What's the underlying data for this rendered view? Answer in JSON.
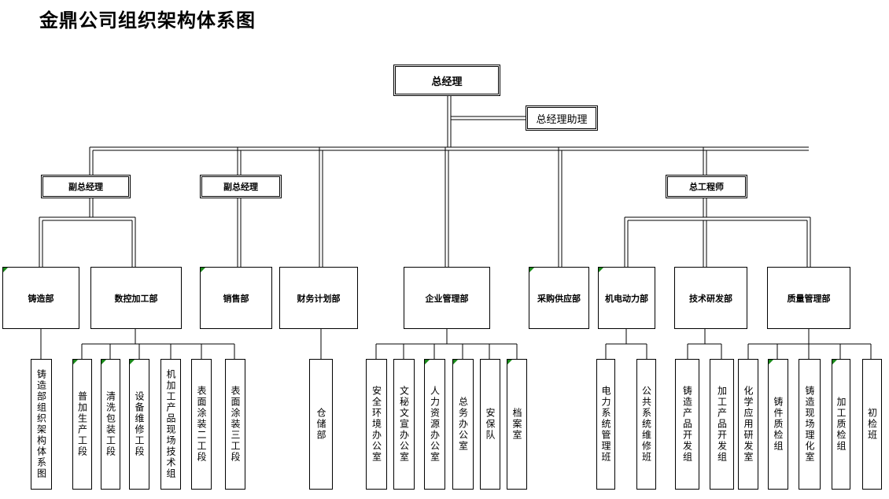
{
  "title": "金鼎公司组织架构体系图",
  "top": {
    "gm": "总经理",
    "assistant": "总经理助理"
  },
  "vp": {
    "vp1": "副总经理",
    "vp2": "副总经理",
    "chief_engineer": "总工程师"
  },
  "departments": {
    "casting": "铸造部",
    "cnc": "数控加工部",
    "sales": "销售部",
    "finance": "财务计划部",
    "enterprise": "企业管理部",
    "purchasing": "采购供应部",
    "power": "机电动力部",
    "rnd": "技术研发部",
    "quality": "质量管理部"
  },
  "units": {
    "casting": [
      "铸造部组织架构体系图"
    ],
    "cnc": [
      "普加生产工段",
      "清洗包装工段",
      "设备维修工段",
      "机加工产品现场技术组",
      "表面涂装二工段",
      "表面涂装三工段"
    ],
    "finance": [
      "仓储部"
    ],
    "enterprise": [
      "安全环境办公室",
      "文秘文宣办公室",
      "人力资源办公室",
      "总务办公室",
      "安保队",
      "档案室"
    ],
    "power": [
      "电力系统管理班",
      "公共系统维修班"
    ],
    "rnd": [
      "铸造产品开发组",
      "加工产品开发组"
    ],
    "quality": [
      "化学应用研发室",
      "铸件质检组",
      "铸造现场理化室",
      "加工质检组",
      "初检班"
    ]
  }
}
